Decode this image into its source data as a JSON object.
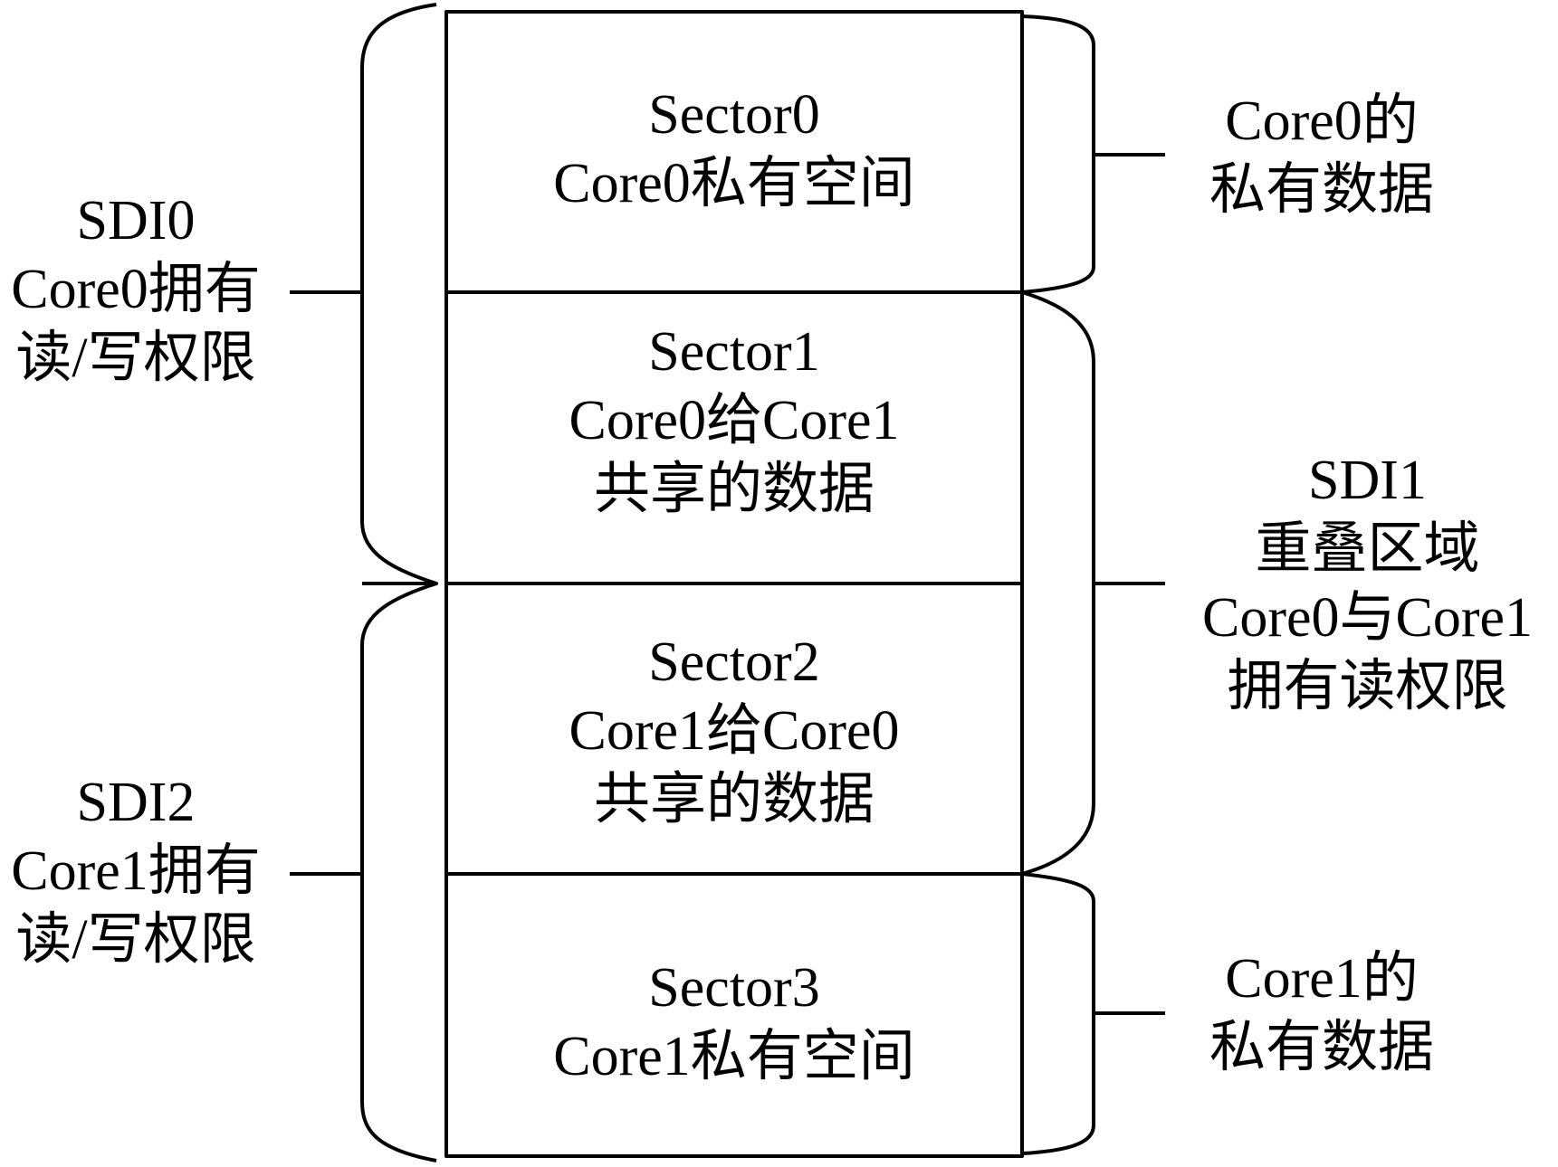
{
  "sectors": [
    {
      "lines": [
        "Sector0",
        "Core0私有空间"
      ]
    },
    {
      "lines": [
        "Sector1",
        "Core0给Core1",
        "共享的数据"
      ]
    },
    {
      "lines": [
        "Sector2",
        "Core1给Core0",
        "共享的数据"
      ]
    },
    {
      "lines": [
        "Sector3",
        "Core1私有空间"
      ]
    }
  ],
  "left_labels": [
    {
      "lines": [
        "SDI0",
        "Core0拥有",
        "读/写权限"
      ]
    },
    {
      "lines": [
        "SDI2",
        "Core1拥有",
        "读/写权限"
      ]
    }
  ],
  "right_labels": [
    {
      "lines": [
        "Core0的",
        "私有数据"
      ]
    },
    {
      "lines": [
        "SDI1",
        "重叠区域",
        "Core0与Core1",
        "拥有读权限"
      ]
    },
    {
      "lines": [
        "Core1的",
        "私有数据"
      ]
    }
  ],
  "colors": {
    "stroke": "#000000",
    "background": "#ffffff",
    "text": "#000000"
  }
}
